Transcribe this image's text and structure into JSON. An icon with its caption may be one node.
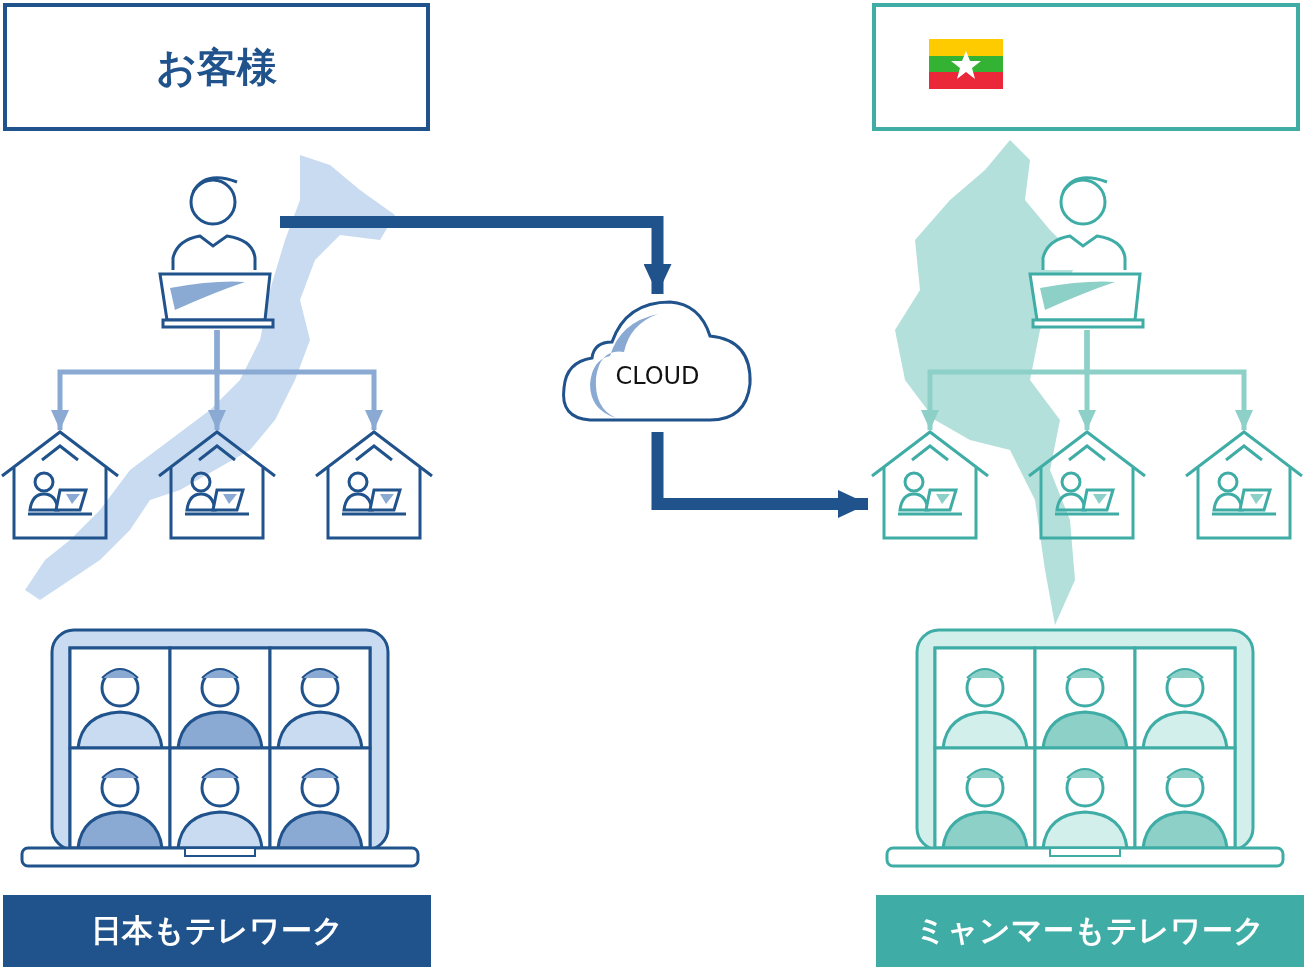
{
  "diagram": {
    "nodes": [
      {
        "text": [
          "お客様"
        ]
      },
      {
        "text": [],
        "shape": "box"
      },
      {
        "text": [],
        "shape": "picture"
      },
      {
        "text": [],
        "shape": "picture"
      },
      {
        "text": [],
        "shape": "picture"
      },
      {
        "text": [],
        "shape": "picture"
      },
      {
        "text": [
          "CLOUD"
        ]
      },
      {
        "text": [],
        "shape": "picture"
      },
      {
        "text": [],
        "shape": "picture"
      },
      {
        "text": [],
        "shape": "picture"
      },
      {
        "text": [],
        "shape": "picture"
      },
      {
        "text": [],
        "shape": "picture"
      },
      {
        "text": [],
        "shape": "picture"
      },
      {
        "text": [
          "日本もテレワーク"
        ]
      },
      {
        "text": [
          "ミャンマーもテレワーク"
        ]
      }
    ],
    "edges": [
      {
        "from": 2,
        "to": 6,
        "arrow": "to",
        "style": "thick",
        "color": "#20528c"
      },
      {
        "from": 6,
        "to": 8,
        "arrow": "to",
        "style": "thick",
        "color": "#20528c"
      },
      {
        "from": 2,
        "to": 3,
        "arrow": "to",
        "color": "#8aaad4"
      },
      {
        "from": 2,
        "to": 4,
        "arrow": "to",
        "color": "#8aaad4"
      },
      {
        "from": 2,
        "to": 5,
        "arrow": "to",
        "color": "#8aaad4"
      },
      {
        "from": 7,
        "to": 8,
        "arrow": "to",
        "color": "#8dd0c8"
      },
      {
        "from": 7,
        "to": 9,
        "arrow": "to",
        "color": "#8dd0c8"
      },
      {
        "from": 7,
        "to": 10,
        "arrow": "to",
        "color": "#8dd0c8"
      }
    ]
  }
}
